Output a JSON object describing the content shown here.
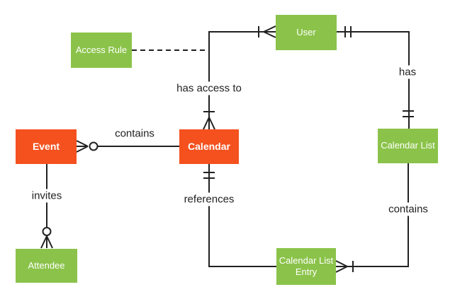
{
  "diagram": {
    "type": "entity-relationship",
    "background": "#FFFFFF",
    "colors": {
      "entity_primary": "#F4511E",
      "entity_secondary": "#8BC34A",
      "line": "#212121",
      "label_text": "#212121",
      "entity_text": "#FFFFFF"
    },
    "entities": [
      {
        "id": "event",
        "label": "Event",
        "variant": "primary"
      },
      {
        "id": "calendar",
        "label": "Calendar",
        "variant": "primary"
      },
      {
        "id": "access_rule",
        "label": "Access Rule",
        "variant": "secondary"
      },
      {
        "id": "user",
        "label": "User",
        "variant": "secondary"
      },
      {
        "id": "calendar_list",
        "label": "Calendar List",
        "variant": "secondary"
      },
      {
        "id": "calendar_list_entry",
        "label": "Calendar List Entry",
        "variant": "secondary"
      },
      {
        "id": "attendee",
        "label": "Attendee",
        "variant": "secondary"
      }
    ],
    "relationships": [
      {
        "id": "calendar_contains_event",
        "label": "contains",
        "from": "calendar",
        "to": "event",
        "style": "solid",
        "cardinality_at_event": "zero-or-many"
      },
      {
        "id": "event_invites_attendee",
        "label": "invites",
        "from": "event",
        "to": "attendee",
        "style": "solid",
        "cardinality_at_attendee": "zero-or-many"
      },
      {
        "id": "user_has_access_to_calendar",
        "label": "has access to",
        "from": "user",
        "to": "calendar",
        "style": "solid",
        "cardinality_at_user": "one-or-many",
        "cardinality_at_calendar": "one-or-many"
      },
      {
        "id": "access_rule_link",
        "label": "",
        "from": "access_rule",
        "to": "user_has_access_to_calendar",
        "style": "dashed"
      },
      {
        "id": "user_has_calendar_list",
        "label": "has",
        "from": "user",
        "to": "calendar_list",
        "style": "solid",
        "cardinality_at_user": "one-and-only-one",
        "cardinality_at_calendar_list": "one-and-only-one"
      },
      {
        "id": "calendar_list_contains_entry",
        "label": "contains",
        "from": "calendar_list",
        "to": "calendar_list_entry",
        "style": "solid",
        "cardinality_at_entry": "one-or-many"
      },
      {
        "id": "entry_references_calendar",
        "label": "references",
        "from": "calendar",
        "to": "calendar_list_entry",
        "style": "solid",
        "cardinality_at_calendar": "one-and-only-one"
      }
    ]
  }
}
